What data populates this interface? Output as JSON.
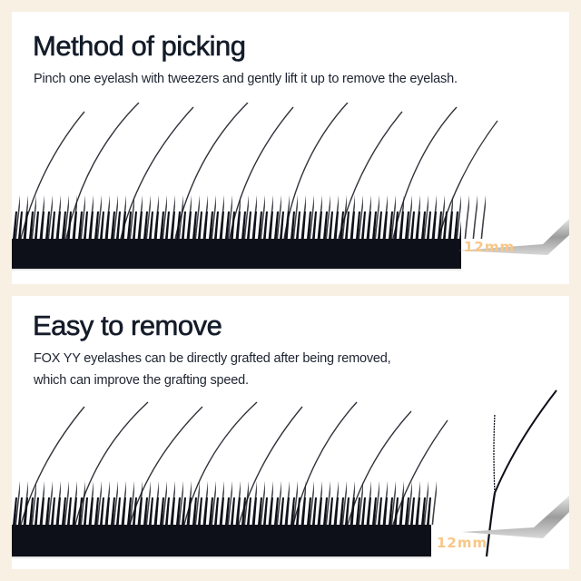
{
  "sections": [
    {
      "title": "Method of picking",
      "description": "Pinch one eyelash with tweezers and gently lift it up to remove the eyelash.",
      "image": {
        "subject": "eyelash-strip-with-tweezers",
        "length_label": "12mm"
      }
    },
    {
      "title": "Easy to remove",
      "description_lines": [
        "FOX YY eyelashes can be directly grafted after being removed,",
        "which can improve the grafting speed."
      ],
      "image": {
        "subject": "eyelash-strip-with-removed-yy-lash-and-tweezers",
        "length_label": "12mm"
      }
    }
  ],
  "colors": {
    "background": "#f8f0e3",
    "card": "#ffffff",
    "title": "#141c2a",
    "lash": "#0d1018",
    "length_label": "#f7c787",
    "tweezers": "#b8b8b8"
  }
}
